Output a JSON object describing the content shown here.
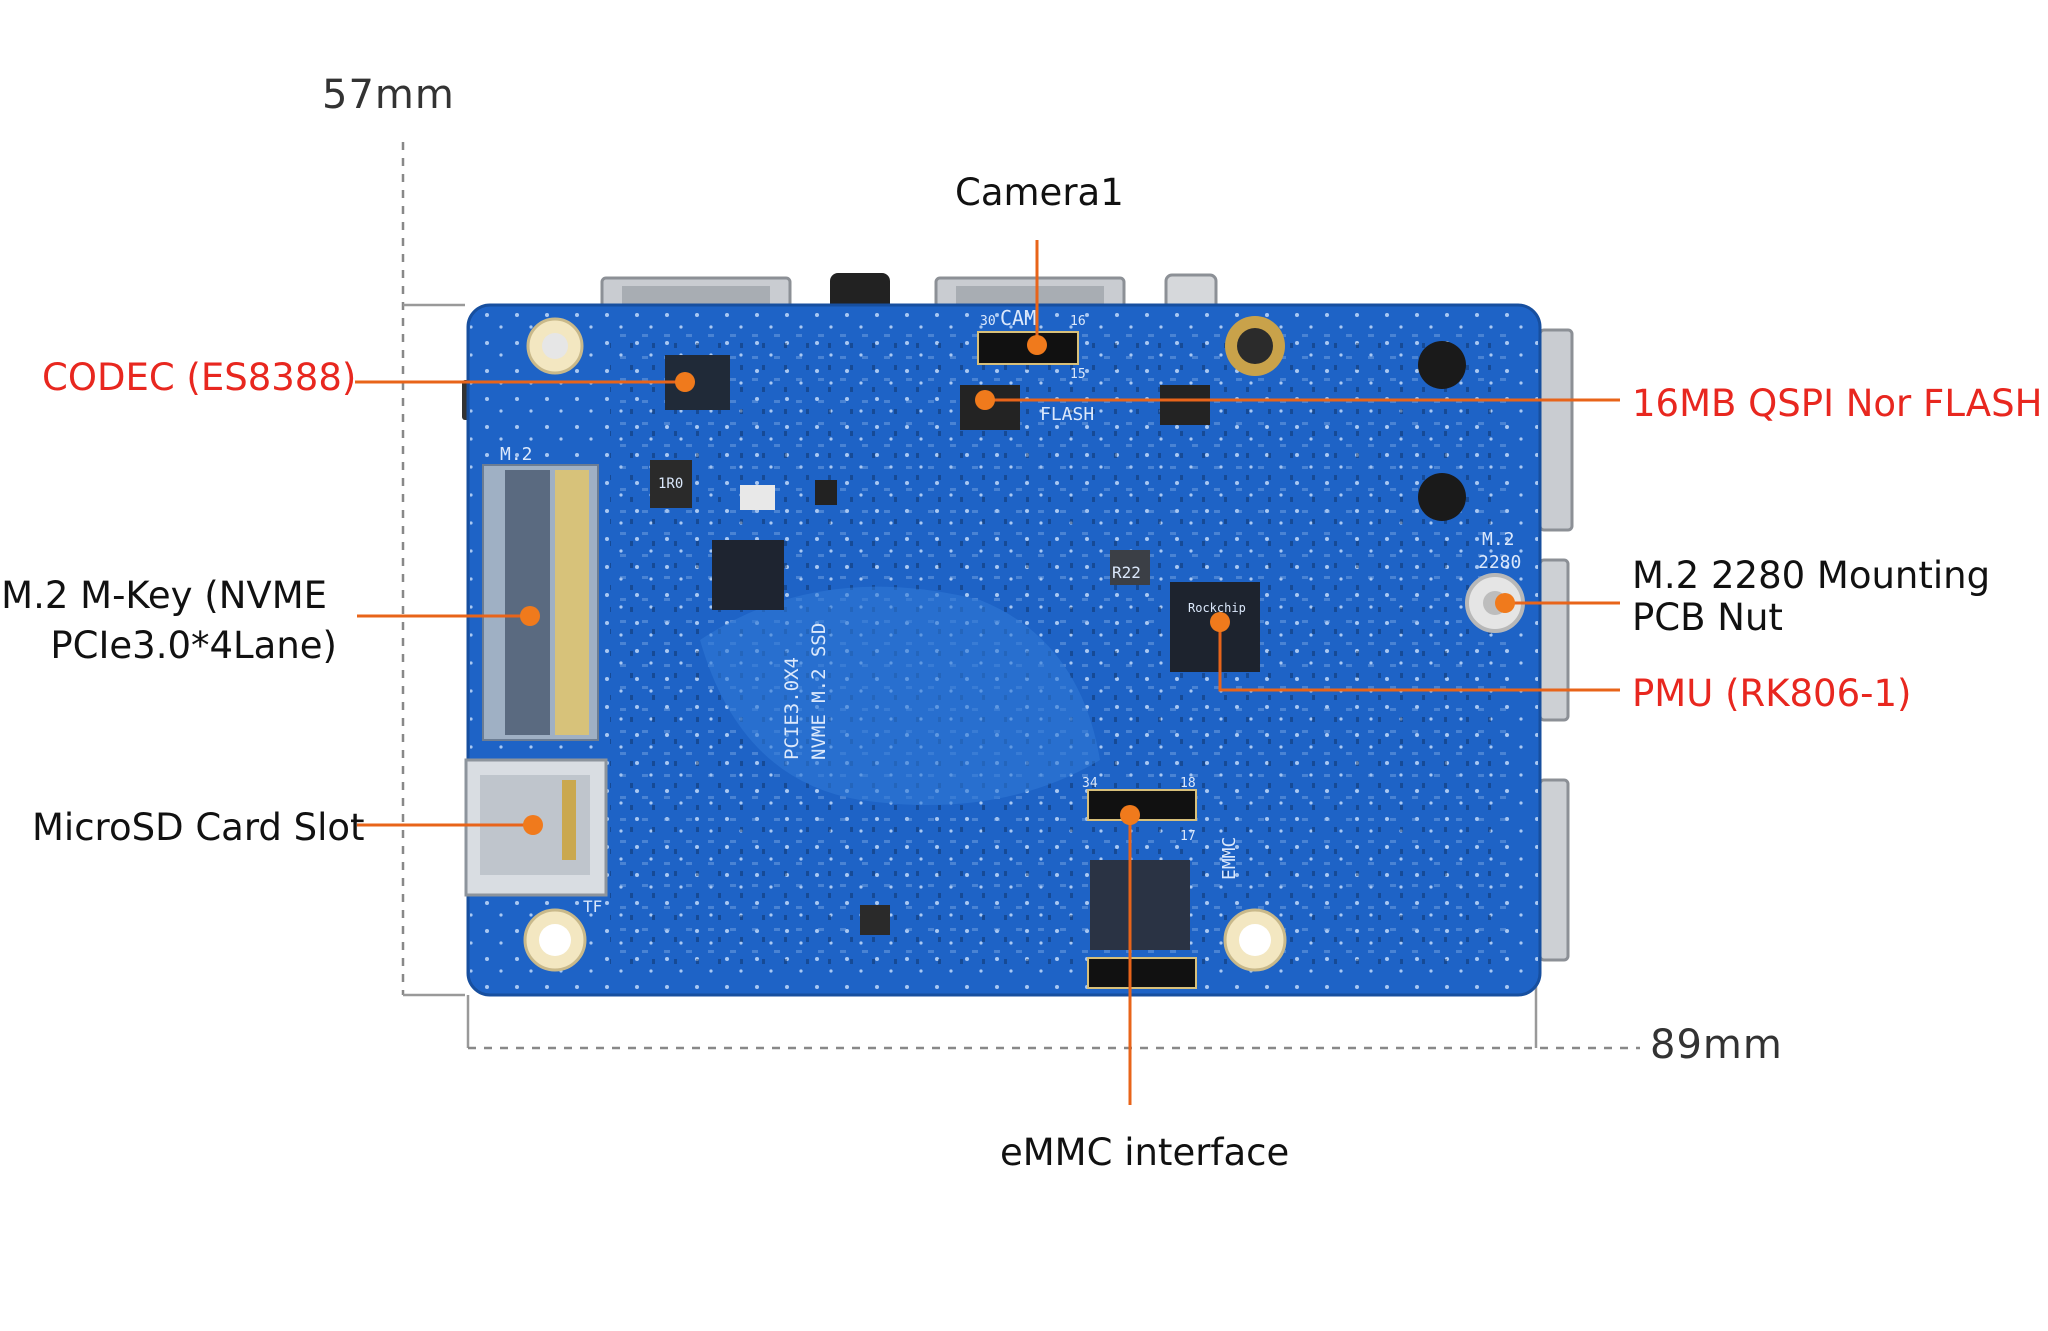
{
  "dimensions": {
    "height": "57mm",
    "width": "89mm"
  },
  "labels": {
    "camera": "Camera1",
    "codec": "CODEC (ES8388)",
    "flash": "16MB QSPI Nor FLASH",
    "m2_key_line1": "M.2 M-Key (NVME",
    "m2_key_line2": "PCIe3.0*4Lane)",
    "mount_line1": "M.2 2280 Mounting",
    "mount_line2": "PCB Nut",
    "pmu": "PMU (RK806-1)",
    "microsd": "MicroSD Card Slot",
    "emmc": "eMMC interface"
  },
  "board_silkscreen": {
    "cam": "CAM",
    "flash": "FLASH",
    "m2": "M.2",
    "m2_2280": "2280",
    "pcie_line1": "PCIE3.0X4",
    "pcie_line2": "NVME M.2 SSD",
    "emmc": "EMMC",
    "tf": "TF",
    "soc_brand": "Rockchip",
    "codes": [
      "30",
      "16",
      "15",
      "34",
      "18",
      "17",
      "R22",
      "1R0"
    ]
  },
  "colors": {
    "pcb": "#1e63c6",
    "callout_line": "#e8641a",
    "callout_dot": "#f07a1c",
    "highlight_label": "#e8271f",
    "label": "#111111"
  }
}
